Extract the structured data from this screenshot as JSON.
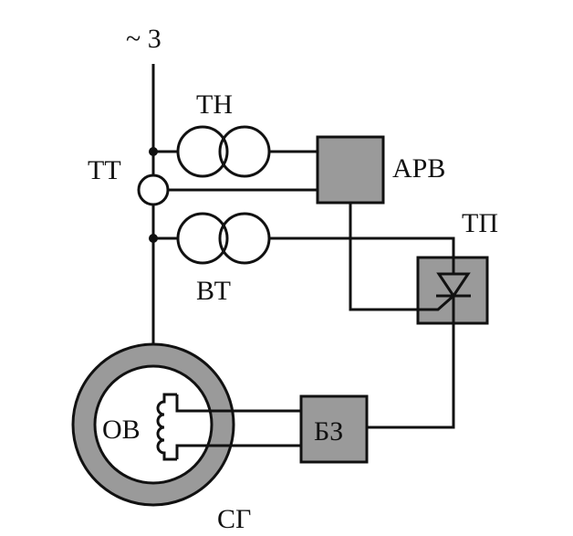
{
  "labels": {
    "source": "~ 3",
    "tn": "ТН",
    "tt": "ТТ",
    "arv": "АРВ",
    "tp": "ТП",
    "vt": "ВТ",
    "ov": "ОВ",
    "bz": "БЗ",
    "sg": "СГ"
  },
  "colors": {
    "line": "#111111",
    "block_fill": "#9a9a9a",
    "generator_ring": "#9a9a9a",
    "background": "#ffffff"
  }
}
